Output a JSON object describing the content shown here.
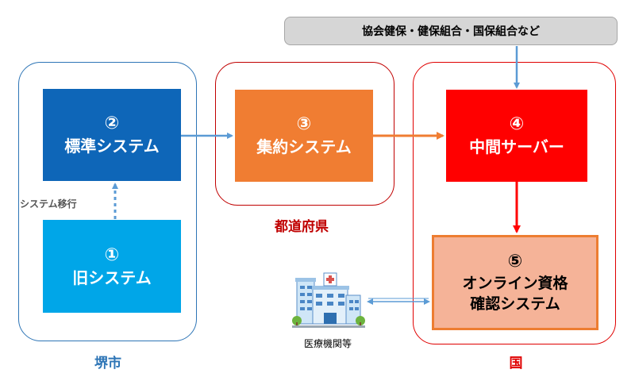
{
  "top_bar": {
    "label": "協会健保・健保組合・国保組合など"
  },
  "groups": {
    "sakai": {
      "label": "堺市"
    },
    "prefecture": {
      "label": "都道府県"
    },
    "nation": {
      "label": "国"
    }
  },
  "boxes": {
    "legacy": {
      "number": "①",
      "title": "旧システム"
    },
    "standard": {
      "number": "②",
      "title": "標準システム"
    },
    "aggregate": {
      "number": "③",
      "title": "集約システム"
    },
    "middle": {
      "number": "④",
      "title": "中間サーバー"
    },
    "online": {
      "number": "⑤",
      "title_line1": "オンライン資格",
      "title_line2": "確認システム"
    }
  },
  "migration_label": "システム移行",
  "hospital": {
    "label": "医療機関等",
    "icon": "hospital-icon"
  },
  "colors": {
    "blue_dark": "#0e66b8",
    "blue_light": "#00a6e8",
    "orange": "#f07d32",
    "red": "#ff0000",
    "salmon": "#f5b398",
    "arrow_blue": "#5b9bd5"
  }
}
